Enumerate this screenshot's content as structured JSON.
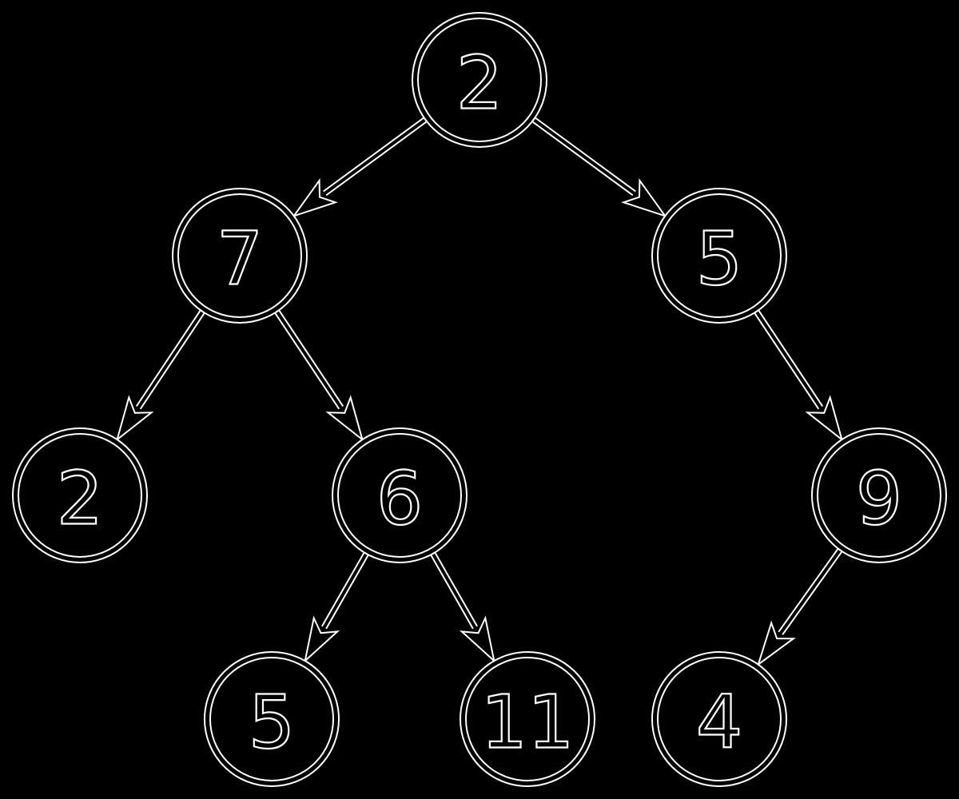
{
  "tree": {
    "colors": {
      "background": "#000000",
      "stroke": "#ffffff"
    },
    "nodes": [
      {
        "id": "n0",
        "label": "2"
      },
      {
        "id": "n1",
        "label": "7"
      },
      {
        "id": "n2",
        "label": "5"
      },
      {
        "id": "n3",
        "label": "2"
      },
      {
        "id": "n4",
        "label": "6"
      },
      {
        "id": "n5",
        "label": "9"
      },
      {
        "id": "n6",
        "label": "5"
      },
      {
        "id": "n7",
        "label": "11"
      },
      {
        "id": "n8",
        "label": "4"
      }
    ],
    "edges": [
      {
        "from": "n0",
        "to": "n1"
      },
      {
        "from": "n0",
        "to": "n2"
      },
      {
        "from": "n1",
        "to": "n3"
      },
      {
        "from": "n1",
        "to": "n4"
      },
      {
        "from": "n2",
        "to": "n5"
      },
      {
        "from": "n4",
        "to": "n6"
      },
      {
        "from": "n4",
        "to": "n7"
      },
      {
        "from": "n5",
        "to": "n8"
      }
    ]
  }
}
